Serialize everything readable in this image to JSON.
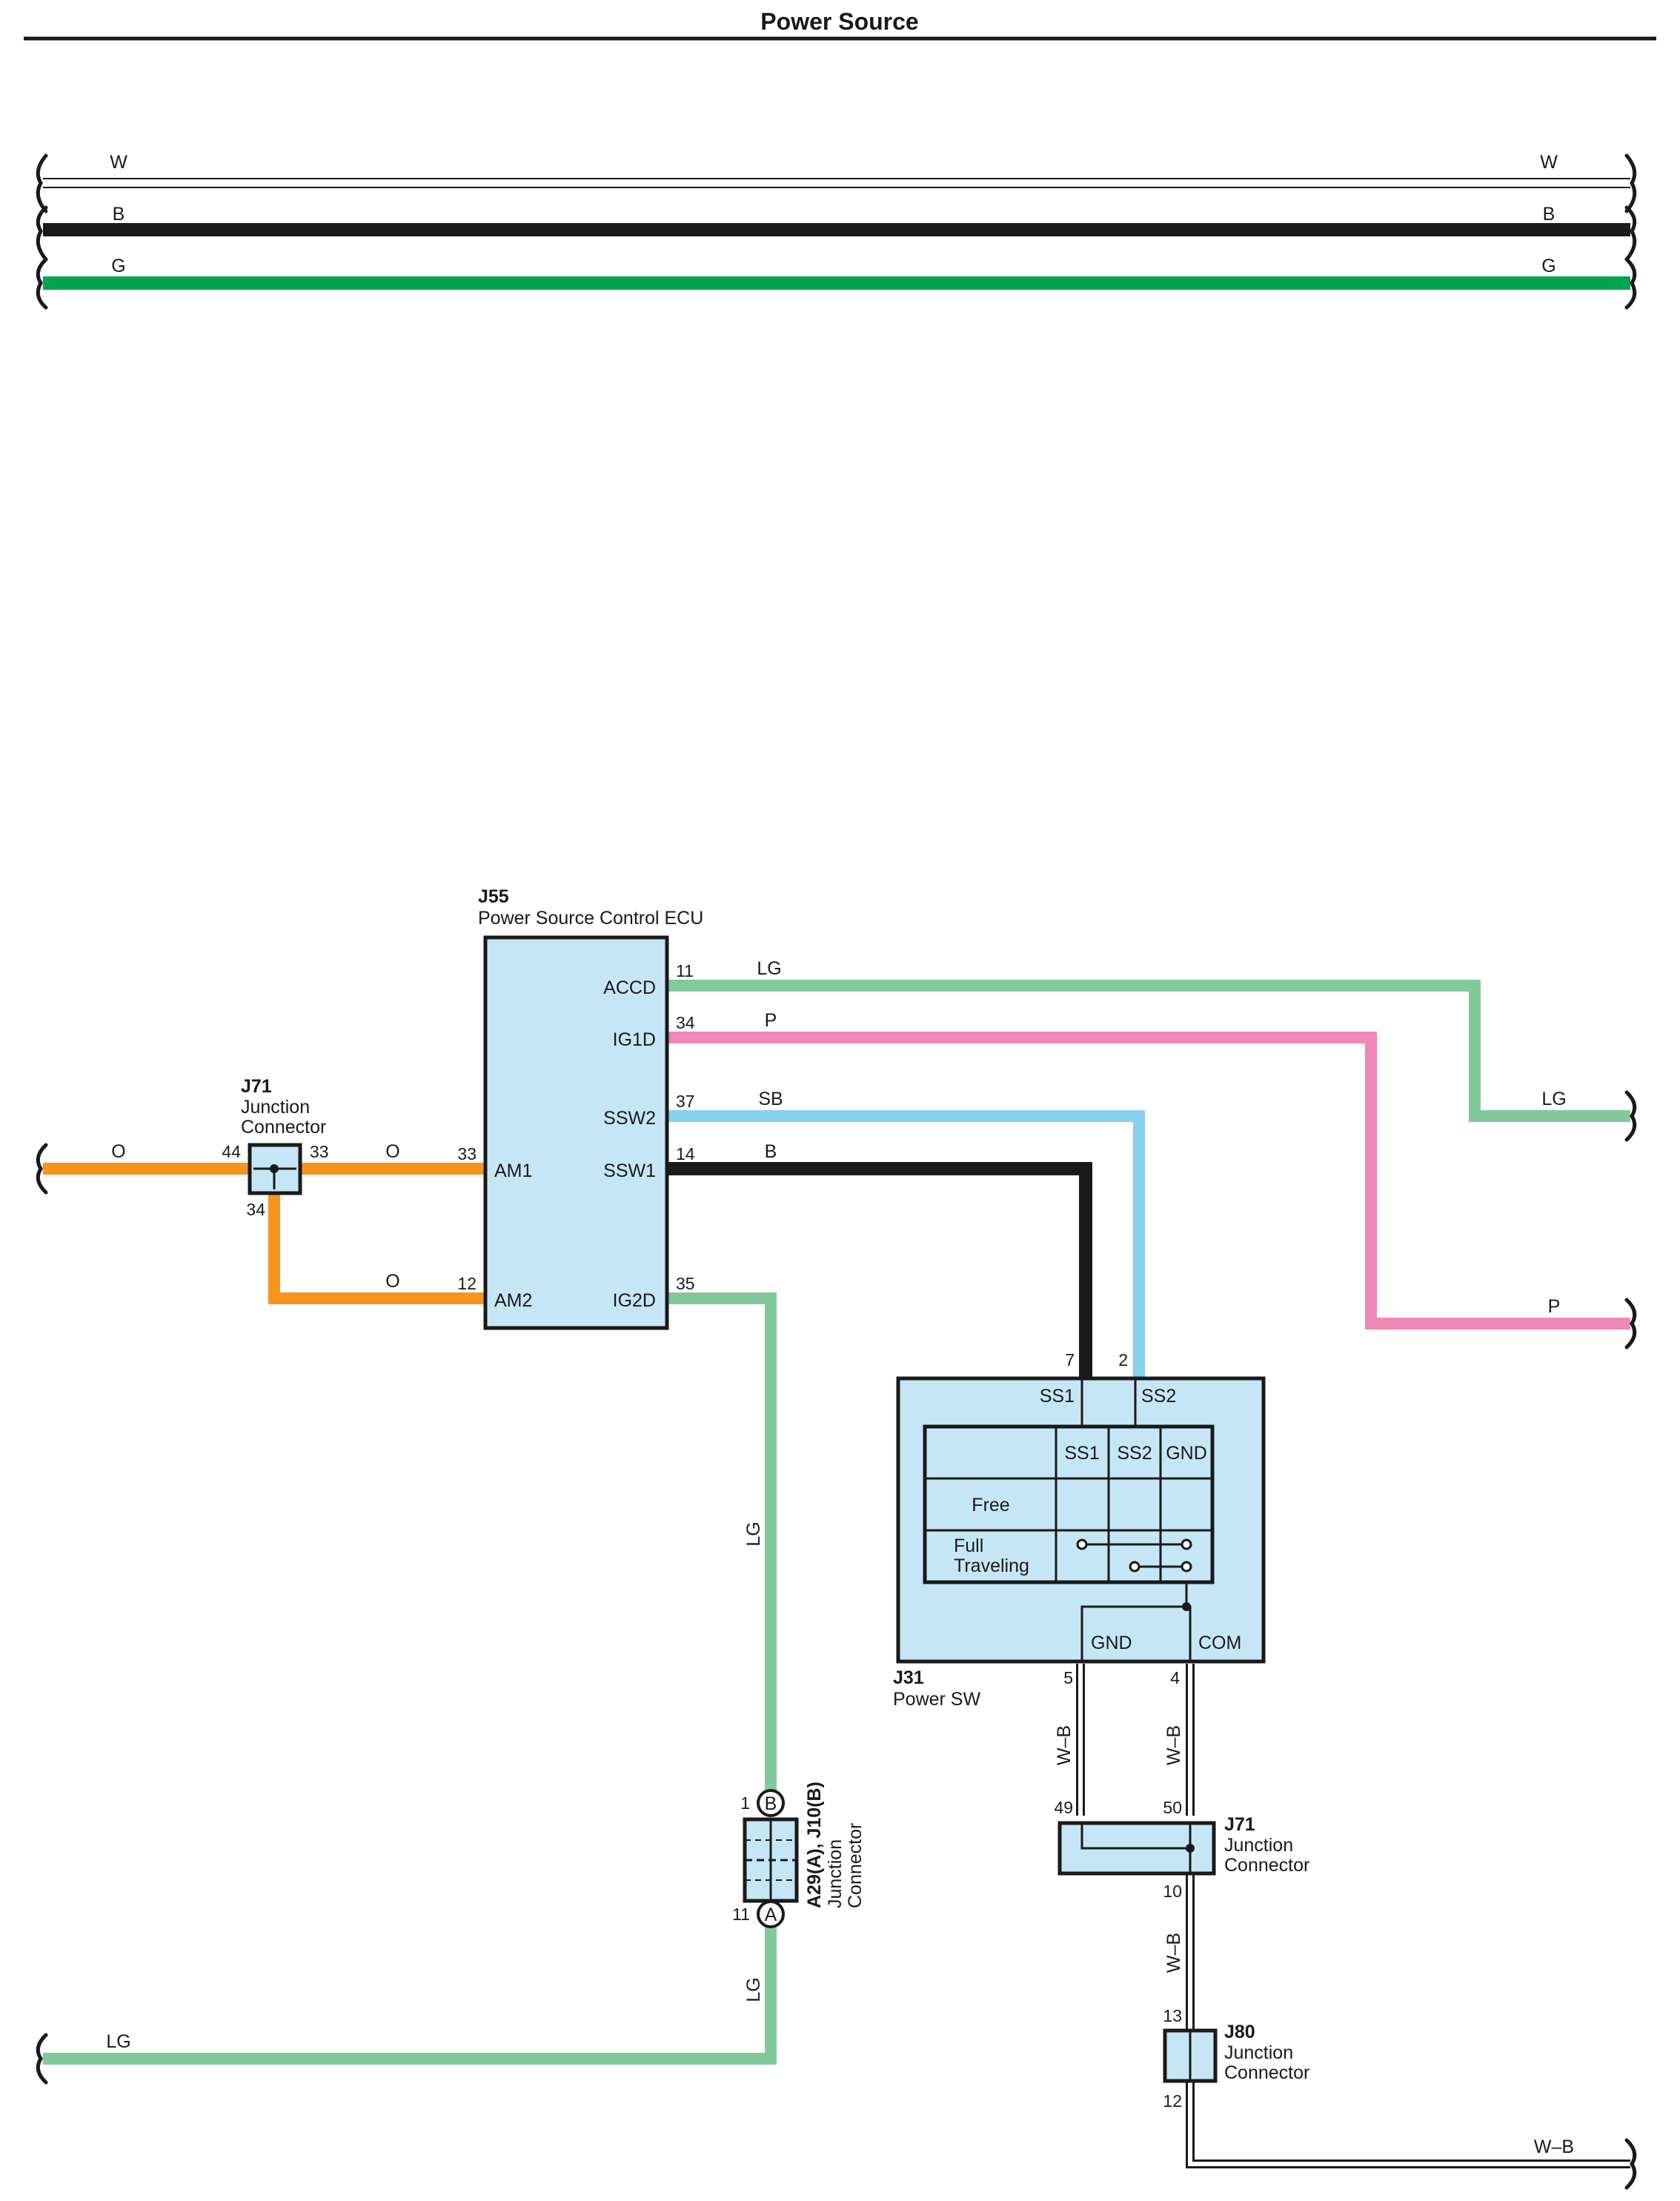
{
  "title": "Power Source",
  "top_wires": [
    {
      "label": "W",
      "color": "#ffffff"
    },
    {
      "label": "B",
      "color": "#1a1a1a"
    },
    {
      "label": "G",
      "color": "#00a550"
    }
  ],
  "wire_colors": {
    "O": "#f7941d",
    "LG": "#82c99a",
    "P": "#ef87b8",
    "SB": "#87d0f0",
    "B": "#1a1a1a",
    "W-B": "#ffffff"
  },
  "ecu": {
    "id": "J55",
    "name": "Power Source Control ECU",
    "terminals": {
      "accd": {
        "name": "ACCD",
        "pin": "11",
        "wire": "LG"
      },
      "ig1d": {
        "name": "IG1D",
        "pin": "34",
        "wire": "P"
      },
      "ssw2": {
        "name": "SSW2",
        "pin": "37",
        "wire": "SB"
      },
      "ssw1": {
        "name": "SSW1",
        "pin": "14",
        "wire": "B"
      },
      "am1": {
        "name": "AM1",
        "pin": "33",
        "wire": "O"
      },
      "am2": {
        "name": "AM2",
        "pin": "12",
        "wire": "O"
      },
      "ig2d": {
        "name": "IG2D",
        "pin": "35",
        "wire": "LG"
      }
    }
  },
  "j71_left": {
    "id": "J71",
    "name_line1": "Junction",
    "name_line2": "Connector",
    "pin_in": "44",
    "pin_out": "33",
    "pin_down": "34",
    "wire_in": "O",
    "wire_out": "O",
    "wire_am2": "O"
  },
  "power_sw": {
    "id": "J31",
    "name": "Power SW",
    "pin_ss1": "7",
    "pin_ss2": "2",
    "term_ss1": "SS1",
    "term_ss2": "SS2",
    "term_gnd": "GND",
    "term_com": "COM",
    "pin_gnd": "5",
    "pin_com": "4",
    "table": {
      "headers": [
        "SS1",
        "SS2",
        "GND"
      ],
      "rows": [
        "Free",
        "Full",
        "Traveling"
      ]
    }
  },
  "a29_j10": {
    "id": "A29(A), J10(B)",
    "name_line1": "Junction",
    "name_line2": "Connector",
    "pin_b": "1",
    "badge_b": "B",
    "pin_a": "11",
    "badge_a": "A",
    "wire_upper": "LG",
    "wire_lower": "LG",
    "wire_left": "LG"
  },
  "j71_right": {
    "id": "J71",
    "name_line1": "Junction",
    "name_line2": "Connector",
    "pin_49": "49",
    "pin_50": "50",
    "pin_10": "10",
    "wire_gnd": "W–B",
    "wire_com": "W–B",
    "wire_down": "W–B"
  },
  "j80": {
    "id": "J80",
    "name_line1": "Junction",
    "name_line2": "Connector",
    "pin_top": "13",
    "pin_bottom": "12",
    "wire_out": "W–B"
  },
  "right_edge_labels": {
    "lg": "LG",
    "p": "P"
  },
  "left_edge_labels": {
    "o": "O",
    "lg": "LG"
  }
}
